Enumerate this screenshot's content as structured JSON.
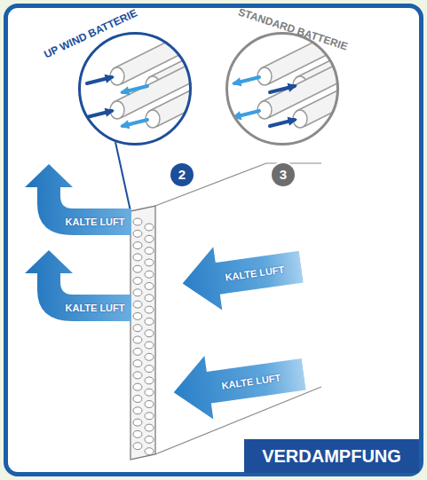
{
  "diagram": {
    "nodes": [
      {
        "text": [
          "UP WIND BATTERIE"
        ]
      },
      {
        "text": [
          "STANDARD BATTERIE"
        ]
      },
      {
        "text": [
          "KALTE LUFT"
        ]
      },
      {
        "text": [
          "KALTE LUFT"
        ]
      },
      {
        "text": [
          "KALTE LUFT"
        ]
      },
      {
        "text": [
          "KALTE LUFT"
        ]
      },
      {
        "text": [
          "VERDAMPFUNG"
        ]
      }
    ],
    "labels": [
      "2",
      "3"
    ]
  }
}
